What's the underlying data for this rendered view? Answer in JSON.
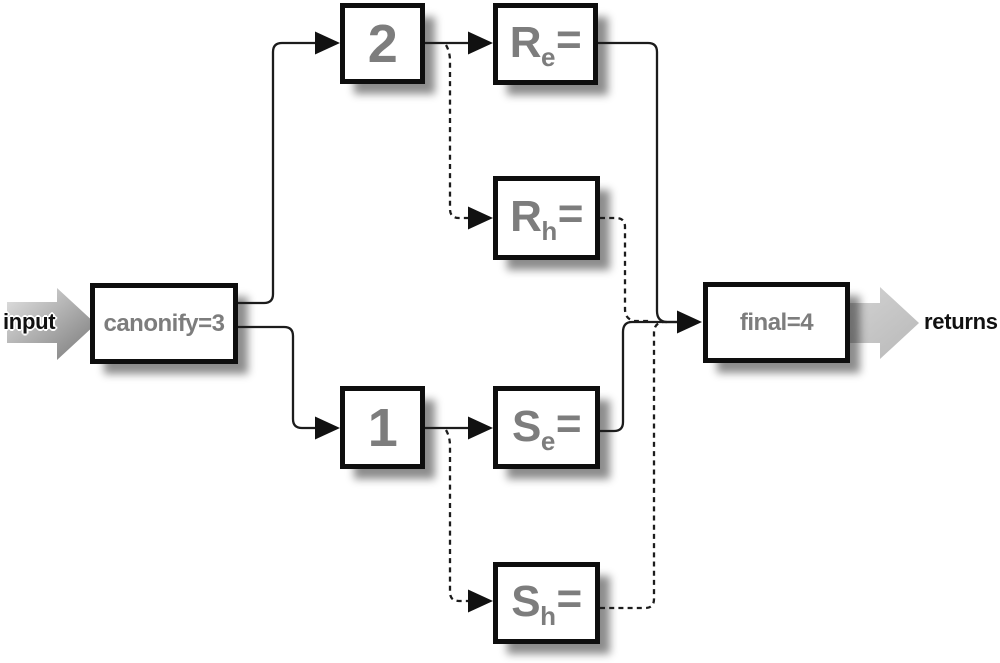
{
  "diagram": {
    "labels": {
      "input": "input",
      "returns": "returns"
    },
    "nodes": {
      "canonify": {
        "label": "canonify=3"
      },
      "branch2": {
        "label": "2"
      },
      "branch1": {
        "label": "1"
      },
      "re": {
        "base": "R",
        "sub": "e",
        "eq": "="
      },
      "rh": {
        "base": "R",
        "sub": "h",
        "eq": "="
      },
      "se": {
        "base": "S",
        "sub": "e",
        "eq": "="
      },
      "sh": {
        "base": "S",
        "sub": "h",
        "eq": "="
      },
      "final": {
        "label": "final=4"
      }
    },
    "edges": [
      {
        "from": "input",
        "to": "canonify",
        "style": "block-arrow"
      },
      {
        "from": "canonify",
        "to": "2",
        "style": "solid"
      },
      {
        "from": "canonify",
        "to": "1",
        "style": "solid"
      },
      {
        "from": "2",
        "to": "Re",
        "style": "solid"
      },
      {
        "from": "2",
        "to": "Rh",
        "style": "dashed"
      },
      {
        "from": "1",
        "to": "Se",
        "style": "solid"
      },
      {
        "from": "1",
        "to": "Sh",
        "style": "dashed"
      },
      {
        "from": "Re",
        "to": "final",
        "style": "solid"
      },
      {
        "from": "Rh",
        "to": "final",
        "style": "dashed"
      },
      {
        "from": "Se",
        "to": "final",
        "style": "solid"
      },
      {
        "from": "Sh",
        "to": "final",
        "style": "dashed"
      },
      {
        "from": "final",
        "to": "returns",
        "style": "block-arrow"
      }
    ],
    "colors": {
      "background": "#ffffff",
      "node_border": "#0e0e0e",
      "node_text": "#7d7d7d",
      "connector": "#1c1c1c",
      "label_text": "#111111",
      "input_arrow_light": "#e4e4e4",
      "input_arrow_dark": "#777777",
      "returns_arrow_light": "#d6d6d6",
      "returns_arrow_dark": "#b8b8b8"
    }
  }
}
